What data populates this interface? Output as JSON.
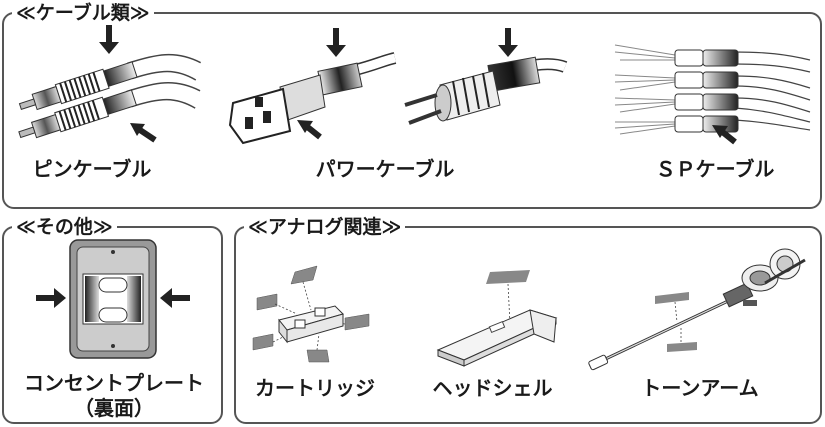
{
  "sections": {
    "cables": {
      "title": "≪ケーブル類≫",
      "items": [
        "ピンケーブル",
        "パワーケーブル",
        "ＳＰケーブル"
      ]
    },
    "other": {
      "title": "≪その他≫",
      "item_line1": "コンセントプレート",
      "item_line2": "（裏面）"
    },
    "analog": {
      "title": "≪アナログ関連≫",
      "items": [
        "カートリッジ",
        "ヘッドシェル",
        "トーンアーム"
      ]
    }
  }
}
